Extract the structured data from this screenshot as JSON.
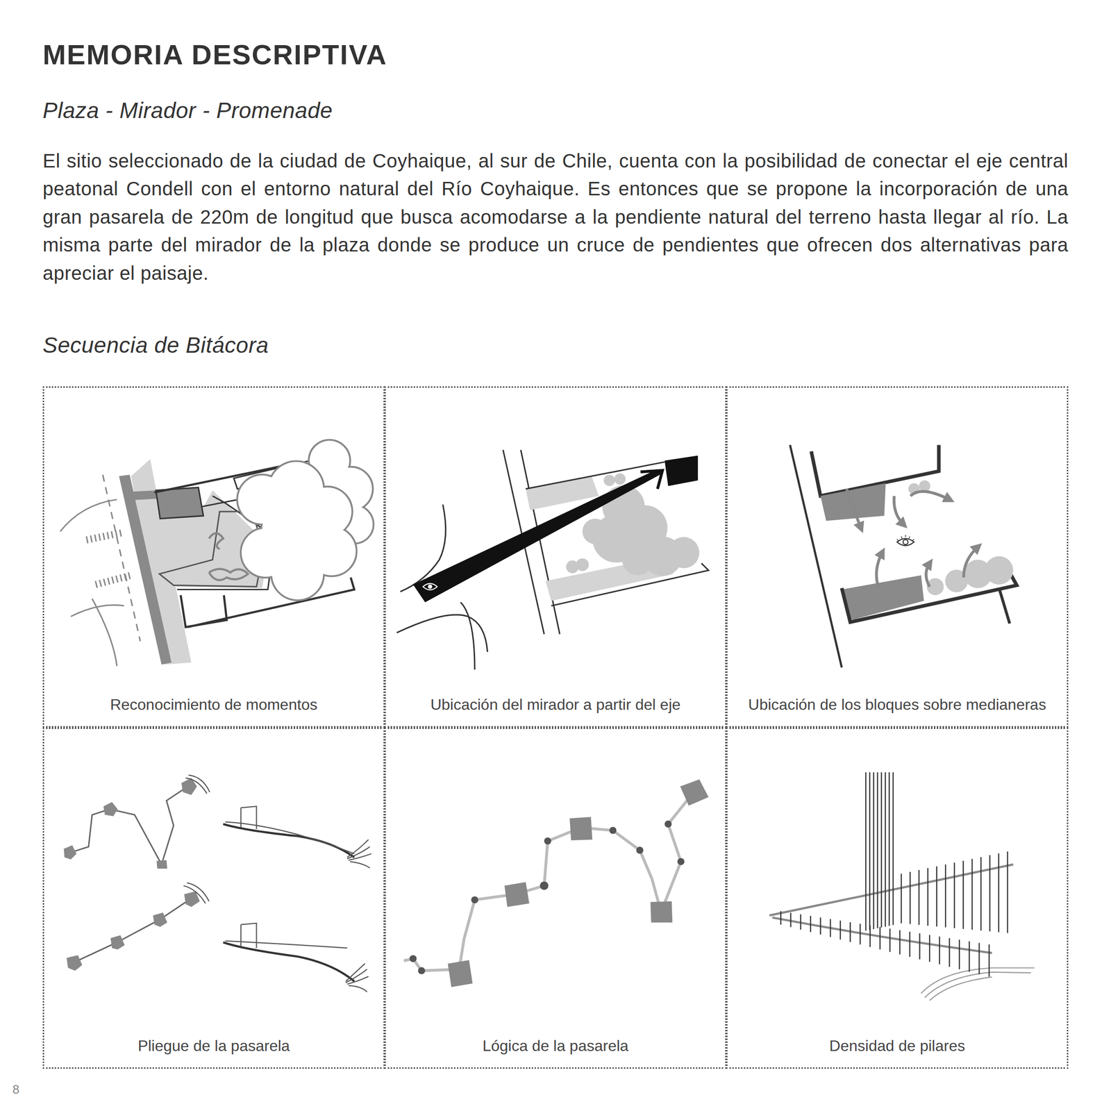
{
  "diagram": {
    "title": "MEMORIA DESCRIPTIVA",
    "nodes": [
      {
        "text": [
          "Reconocimiento de momentos"
        ]
      },
      {
        "text": [
          "Ubicación del mirador a partir del eje"
        ]
      },
      {
        "text": [
          "Ubicación de los bloques sobre medianeras"
        ]
      },
      {
        "text": [
          "Pliegue de la pasarela"
        ]
      },
      {
        "text": [
          "Lógica de la pasarela"
        ]
      },
      {
        "text": [
          "Densidad de pilares"
        ]
      }
    ],
    "labels": [
      "Plaza - Mirador - Promenade",
      "El sitio seleccionado de la ciudad de Coyhaique, al sur de Chile, cuenta con la posibilidad de conectar el eje central peatonal Condell con el entorno natural del Río Coyhaique. Es entonces que se propone la incorporación de una gran pasarela de 220m de longitud que busca acomodarse a la pendiente natural del terreno hasta llegar al río. La misma parte del mirador de la plaza donde se produce un cruce de pendientes que ofrecen dos alternativas para apreciar el paisaje.",
      "Secuencia de Bitácora",
      "8"
    ]
  }
}
